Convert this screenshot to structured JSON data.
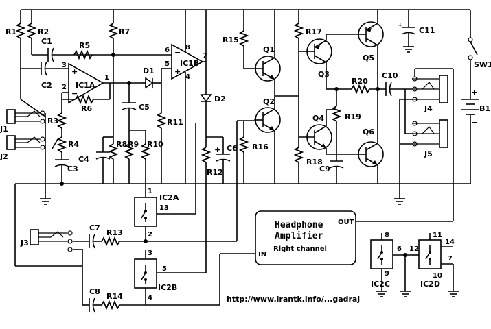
{
  "labels": {
    "R1": "R1",
    "R2": "R2",
    "R3": "R3",
    "R4": "R4",
    "R5": "R5",
    "R6": "R6",
    "R7": "R7",
    "R8": "R8",
    "R9": "R9",
    "R10": "R10",
    "R11": "R11",
    "R12": "R12",
    "R13": "R13",
    "R14": "R14",
    "R15": "R15",
    "R16": "R16",
    "R17": "R17",
    "R18": "R18",
    "R19": "R19",
    "R20": "R20",
    "C1": "C1",
    "C2": "C2",
    "C3": "C3",
    "C4": "C4",
    "C5": "C5",
    "C6": "C6",
    "C7": "C7",
    "C8": "C8",
    "C9": "C9",
    "C10": "C10",
    "C11": "C11",
    "D1": "D1",
    "D2": "D2",
    "Q1": "Q1",
    "Q2": "Q2",
    "Q3": "Q3",
    "Q4": "Q4",
    "Q5": "Q5",
    "Q6": "Q6",
    "IC1A": "IC1A",
    "IC1B": "IC1B",
    "IC2A": "IC2A",
    "IC2B": "IC2B",
    "IC2C": "IC2C",
    "IC2D": "IC2D",
    "J1": "J1",
    "J2": "J2",
    "J3": "J3",
    "J4": "J4",
    "J5": "J5",
    "SW1": "SW1",
    "B1": "B1"
  },
  "pins": {
    "p1": "1",
    "p2": "2",
    "p3": "3",
    "p5": "5",
    "p6": "6",
    "p7": "7",
    "p4": "4",
    "p8": "8",
    "ic2a_1": "1",
    "ic2a_13": "13",
    "ic2a_2": "2",
    "ic2b_3": "3",
    "ic2b_5": "5",
    "ic2b_4": "4",
    "ic2c_8": "8",
    "ic2c_9": "9",
    "ic2c_6": "6",
    "ic2d_11": "11",
    "ic2d_14": "14",
    "ic2d_10": "10",
    "ic2d_7": "7",
    "ic2d_12": "12",
    "plus": "+",
    "minus": "−",
    "bplus": "+",
    "bminus": "−"
  },
  "block": {
    "title1": "Headphone",
    "title2": "Amplifier",
    "subtitle": "Right channel",
    "in_label": "IN",
    "out_label": "OUT"
  },
  "url": "http://www.irantk.info/...gadraj"
}
